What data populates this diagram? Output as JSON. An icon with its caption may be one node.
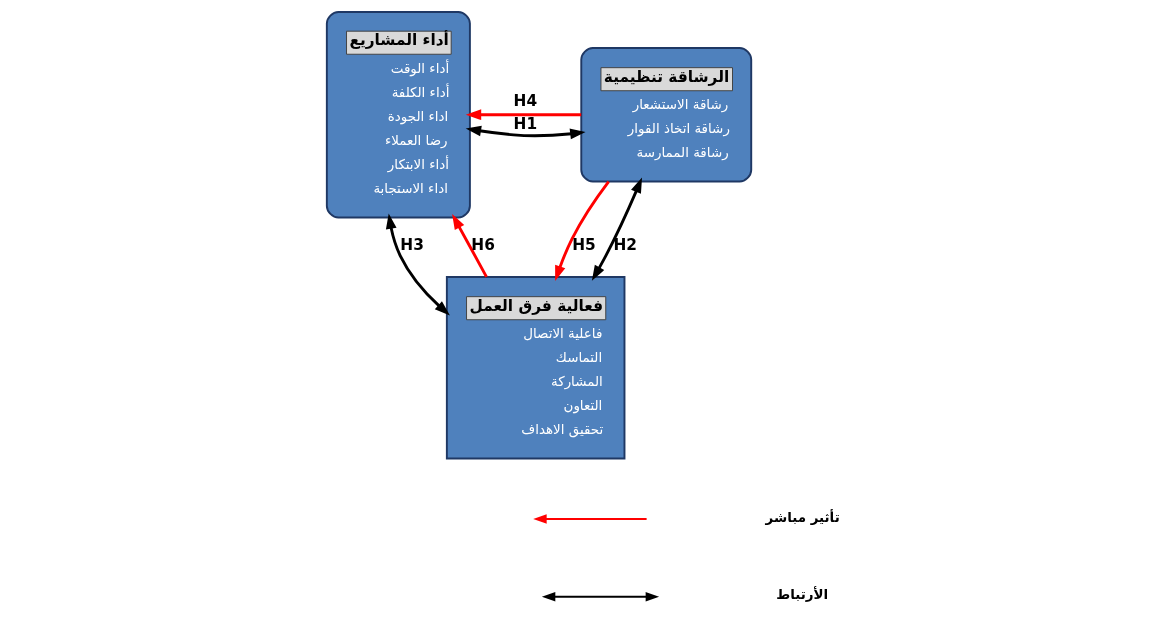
{
  "diagram": {
    "nodes": [
      {
        "text": [
          "أداء المشاريع",
          "أداء الوقت",
          "أداء الكلفة",
          "اداء الجودة",
          "رضا العملاء",
          "أداء الابتكار",
          "اداء الاستجابة"
        ]
      },
      {
        "text": [
          "الرشاقة تنظيمية",
          "رشاقة الاستشعار",
          "رشاقة اتخاذ القوار",
          "رشاقة الممارسة"
        ]
      },
      {
        "text": [
          "فعالية فرق العمل",
          "فاعلية الاتصال",
          "التماسك",
          "المشاركة",
          "التعاون",
          "تحقيق الاهداف"
        ]
      }
    ],
    "edges": [
      {
        "from": 1,
        "to": 0,
        "arrow": "to",
        "label": "H4",
        "color": "#ff0000"
      },
      {
        "from": 0,
        "to": 1,
        "arrow": "both",
        "label": "H1",
        "color": "#000000"
      },
      {
        "from": 0,
        "to": 2,
        "arrow": "both",
        "label": "H3",
        "color": "#000000"
      },
      {
        "from": 2,
        "to": 0,
        "arrow": "to",
        "label": "H6",
        "color": "#ff0000"
      },
      {
        "from": 1,
        "to": 2,
        "arrow": "to",
        "label": "H5",
        "color": "#ff0000"
      },
      {
        "from": 1,
        "to": 2,
        "arrow": "both",
        "label": "H2",
        "color": "#000000"
      }
    ],
    "legend": [
      {
        "text": "تأثير مباشر"
      },
      {
        "text": "الأرتباط"
      }
    ]
  }
}
